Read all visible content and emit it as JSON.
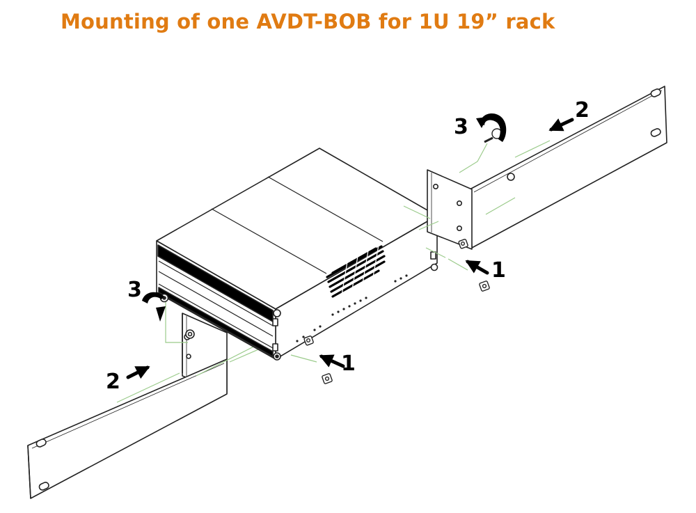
{
  "title": "Mounting of one AVDT-BOB for 1U 19” rack",
  "colors": {
    "title": "#E07B12",
    "line": "#222222",
    "guide": "#9BCB8B",
    "panel_fill": "#ffffff",
    "vent": "#000000"
  },
  "step_labels": {
    "insert_nut": "1",
    "attach_bracket": "2",
    "fasten_screw": "3"
  },
  "icons": {
    "arrow": "straight-arrow-icon",
    "rotate": "curved-rotate-arrow-icon",
    "nut": "cage-nut-icon",
    "screw": "screw-icon"
  }
}
